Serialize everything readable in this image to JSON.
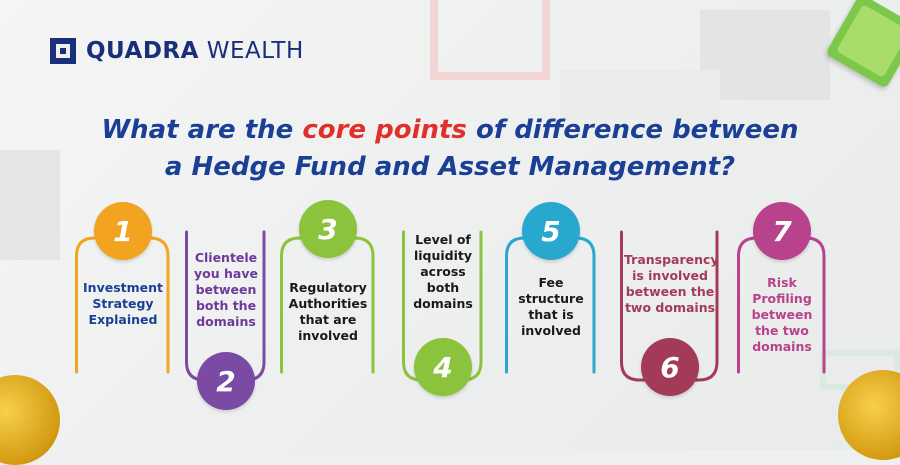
{
  "brand": {
    "name_bold": "QUADRA",
    "name_light": "WEALTH"
  },
  "headline": {
    "line1_pre": "What are the ",
    "line1_highlight": "core points",
    "line1_post": " of difference between",
    "line2": "a Hedge Fund and Asset Management?",
    "text_color": "#1b3f94",
    "highlight_color": "#e0302b"
  },
  "points": [
    {
      "number": "1",
      "label": "Investment Strategy Explained",
      "color": "#f2a31f",
      "text_color": "#1b3f94"
    },
    {
      "number": "2",
      "label": "Clientele you have between both the domains",
      "color": "#7a4aa5",
      "text_color": "#6b3a9b"
    },
    {
      "number": "3",
      "label": "Regulatory Authorities that are involved",
      "color": "#8bc43c",
      "text_color": "#1a1a1a"
    },
    {
      "number": "4",
      "label": "Level of liquidity across both domains",
      "color": "#8bc43c",
      "text_color": "#1a1a1a"
    },
    {
      "number": "5",
      "label": "Fee structure that is involved",
      "color": "#29a8cf",
      "text_color": "#1a1a1a"
    },
    {
      "number": "6",
      "label": "Transparency is involved between the two domains",
      "color": "#a33a58",
      "text_color": "#a33a58"
    },
    {
      "number": "7",
      "label": "Risk Profiling between the two domains",
      "color": "#b8428c",
      "text_color": "#b8428c"
    }
  ]
}
